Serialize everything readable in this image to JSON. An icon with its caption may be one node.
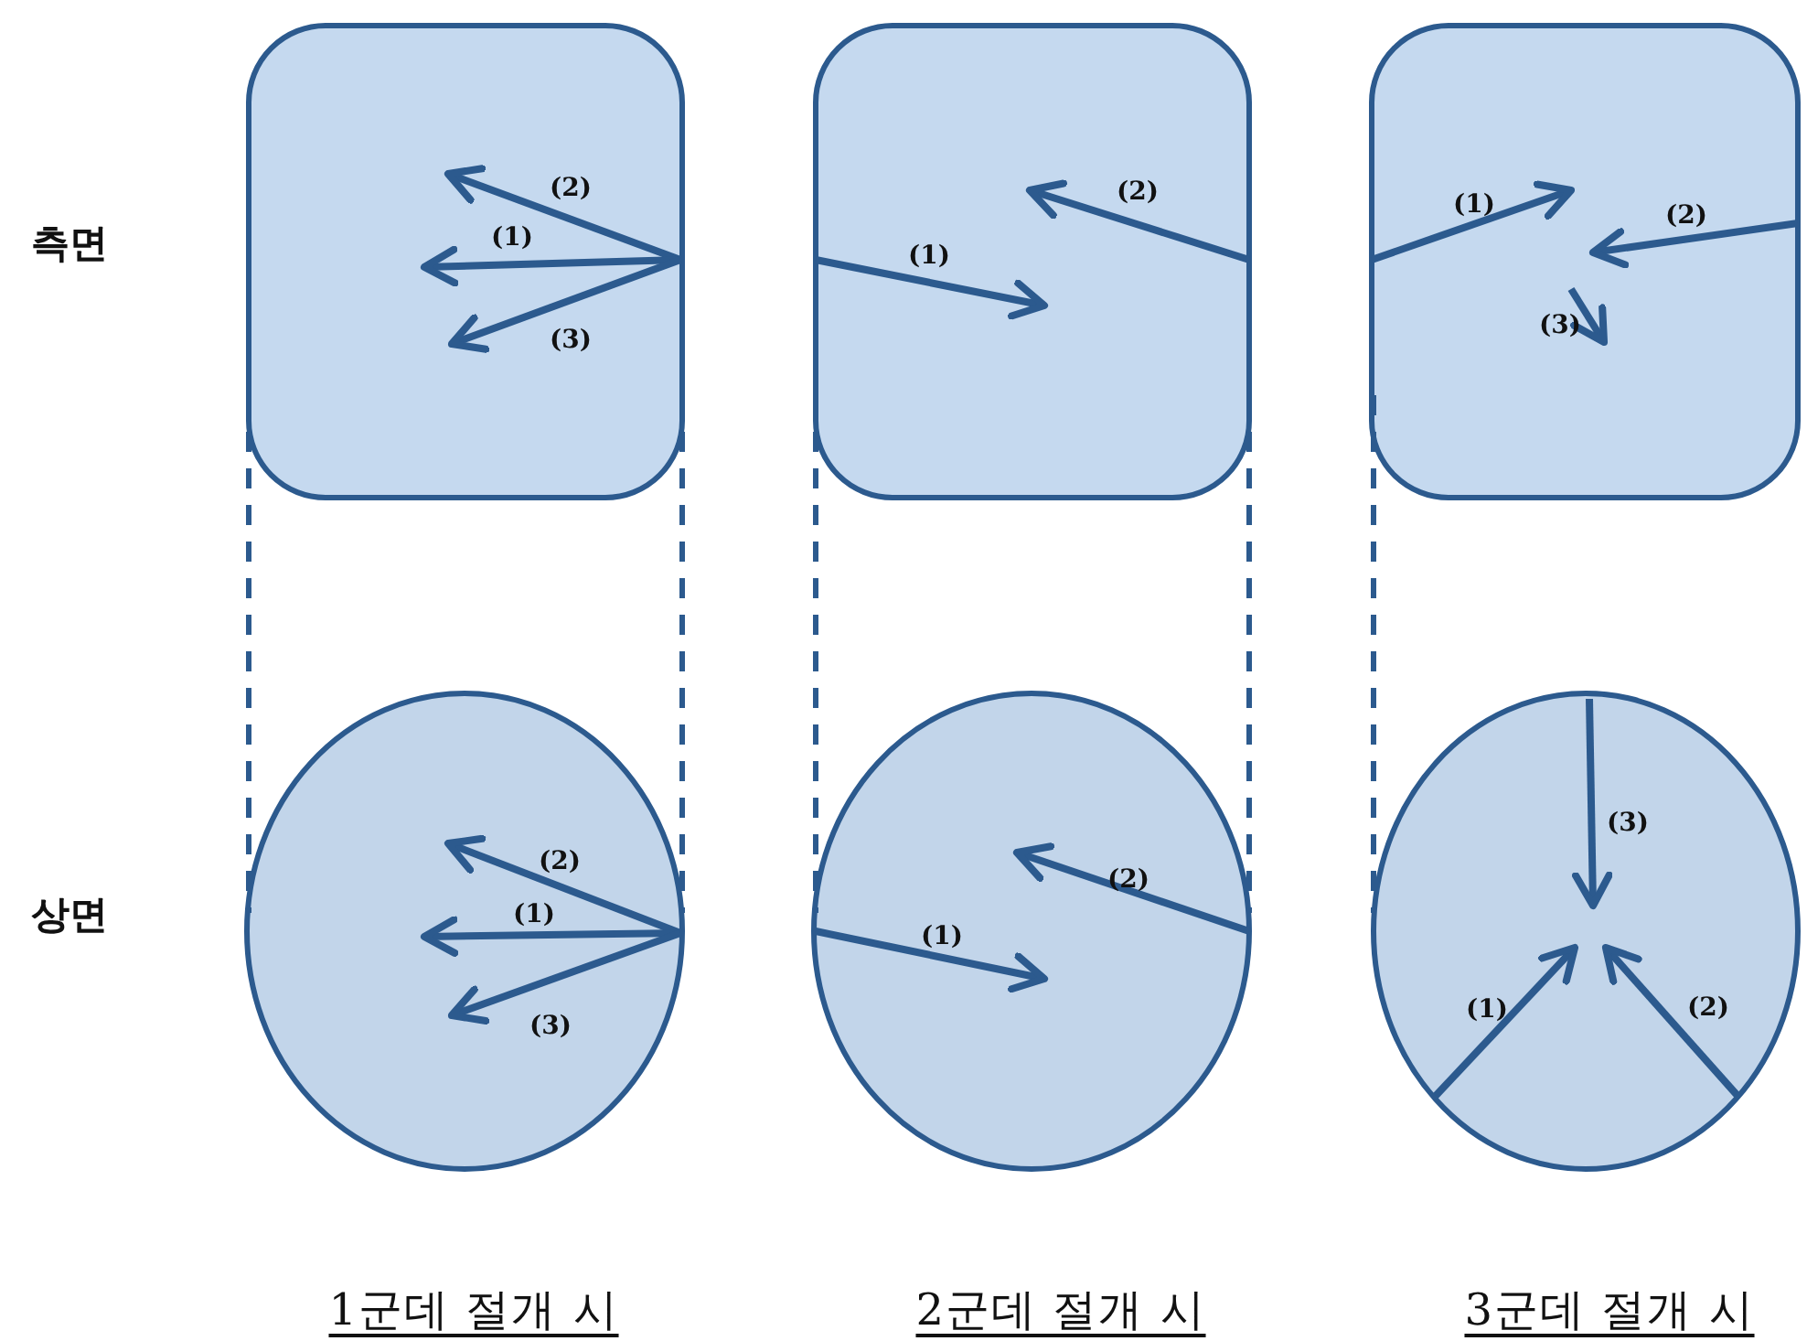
{
  "diagram": {
    "nodes": [
      {
        "text": [],
        "shape": "box"
      },
      {
        "text": [],
        "shape": "box"
      },
      {
        "text": [],
        "shape": "box"
      },
      {
        "text": [],
        "shape": "circle"
      },
      {
        "text": [],
        "shape": "circle"
      },
      {
        "text": [],
        "shape": "circle"
      }
    ],
    "edges": [
      {
        "from": 0,
        "to": 3,
        "arrow": "none",
        "style": "dashed"
      },
      {
        "from": 0,
        "to": 3,
        "arrow": "none",
        "style": "dashed"
      },
      {
        "from": 1,
        "to": 4,
        "arrow": "none",
        "style": "dashed"
      },
      {
        "from": 1,
        "to": 4,
        "arrow": "none",
        "style": "dashed"
      },
      {
        "from": 2,
        "to": 5,
        "arrow": "none",
        "style": "dashed"
      }
    ],
    "labels": [
      "측면",
      "(2)",
      "(1)",
      "(3)",
      "(2)",
      "(1)",
      "(1)",
      "(2)",
      "(3)",
      "상면",
      "(2)",
      "(1)",
      "(3)",
      "(2)",
      "(1)",
      "(3)",
      "(1)",
      "(2)",
      "1군데 절개 시",
      "2군데 절개 시",
      "3군데 절개 시"
    ]
  }
}
